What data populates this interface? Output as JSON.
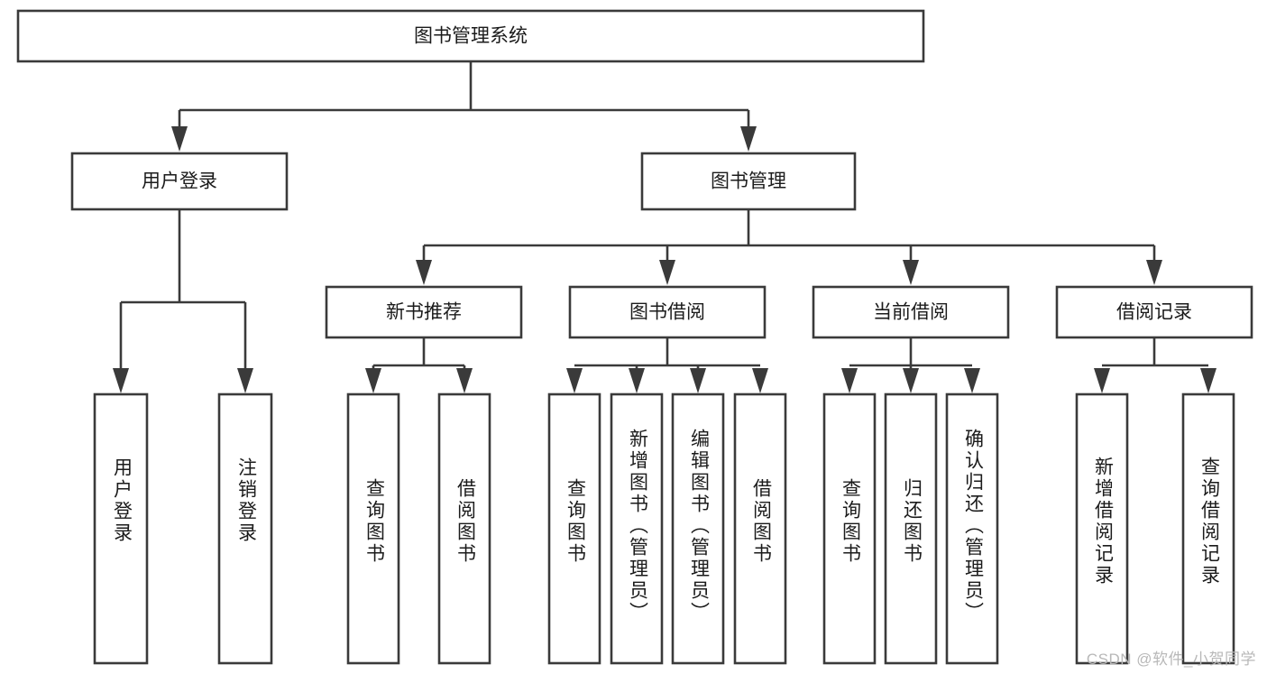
{
  "diagram": {
    "type": "tree-hierarchy-chart",
    "title": "图书管理系统",
    "watermark": "CSDN @软件_小贺同学",
    "colors": {
      "background": "#ffffff",
      "box_stroke": "#3a3a3a",
      "box_fill": "#ffffff",
      "text": "#1b1b1b",
      "watermark": "#b8b8b8"
    },
    "levels": [
      {
        "level": 1,
        "nodes": [
          {
            "id": "root",
            "label": "图书管理系统",
            "orientation": "horizontal"
          }
        ]
      },
      {
        "level": 2,
        "nodes": [
          {
            "id": "login",
            "label": "用户登录",
            "orientation": "horizontal",
            "parent": "root"
          },
          {
            "id": "bookmgmt",
            "label": "图书管理",
            "orientation": "horizontal",
            "parent": "root"
          }
        ]
      },
      {
        "level": 3,
        "nodes": [
          {
            "id": "newbook",
            "label": "新书推荐",
            "orientation": "horizontal",
            "parent": "bookmgmt"
          },
          {
            "id": "borrow",
            "label": "图书借阅",
            "orientation": "horizontal",
            "parent": "bookmgmt"
          },
          {
            "id": "current",
            "label": "当前借阅",
            "orientation": "horizontal",
            "parent": "bookmgmt"
          },
          {
            "id": "records",
            "label": "借阅记录",
            "orientation": "horizontal",
            "parent": "bookmgmt"
          }
        ]
      },
      {
        "level": 4,
        "nodes": [
          {
            "id": "leaf-login-1",
            "label": "用户登录",
            "orientation": "vertical",
            "parent": "login"
          },
          {
            "id": "leaf-login-2",
            "label": "注销登录",
            "orientation": "vertical",
            "parent": "login"
          },
          {
            "id": "leaf-newbook-1",
            "label": "查询图书",
            "orientation": "vertical",
            "parent": "newbook"
          },
          {
            "id": "leaf-newbook-2",
            "label": "借阅图书",
            "orientation": "vertical",
            "parent": "newbook"
          },
          {
            "id": "leaf-borrow-1",
            "label": "查询图书",
            "orientation": "vertical",
            "parent": "borrow"
          },
          {
            "id": "leaf-borrow-2",
            "label": "新增图书（管理员）",
            "orientation": "vertical",
            "parent": "borrow"
          },
          {
            "id": "leaf-borrow-3",
            "label": "编辑图书（管理员）",
            "orientation": "vertical",
            "parent": "borrow"
          },
          {
            "id": "leaf-borrow-4",
            "label": "借阅图书",
            "orientation": "vertical",
            "parent": "borrow"
          },
          {
            "id": "leaf-current-1",
            "label": "查询图书",
            "orientation": "vertical",
            "parent": "current"
          },
          {
            "id": "leaf-current-2",
            "label": "归还图书",
            "orientation": "vertical",
            "parent": "current"
          },
          {
            "id": "leaf-current-3",
            "label": "确认归还（管理员）",
            "orientation": "vertical",
            "parent": "current"
          },
          {
            "id": "leaf-records-1",
            "label": "新增借阅记录",
            "orientation": "vertical",
            "parent": "records"
          },
          {
            "id": "leaf-records-2",
            "label": "查询借阅记录",
            "orientation": "vertical",
            "parent": "records"
          }
        ]
      }
    ]
  }
}
